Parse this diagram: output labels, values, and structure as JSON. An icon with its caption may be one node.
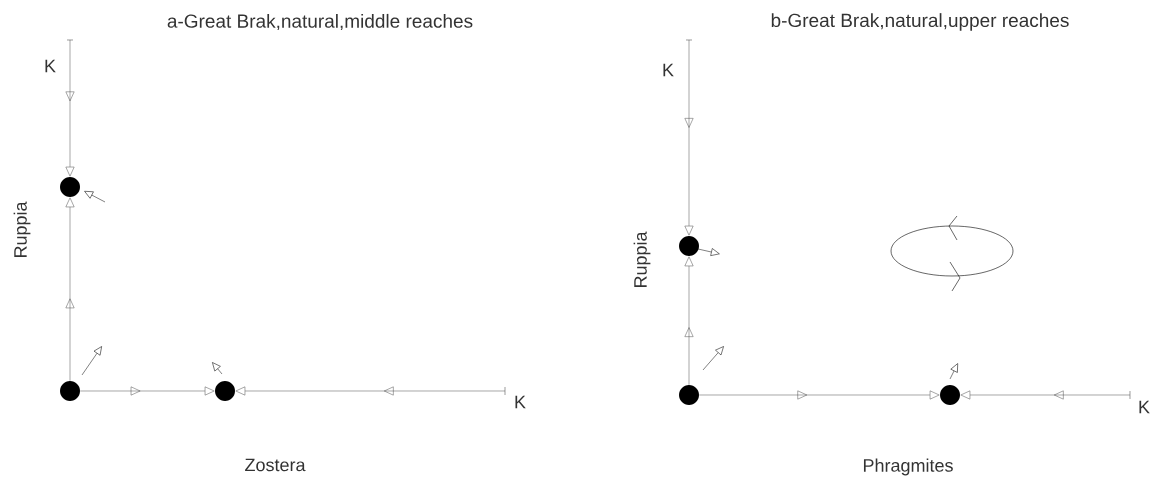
{
  "diagram": {
    "nodes": [
      {
        "text": [],
        "shape": "circle"
      },
      {
        "text": [],
        "shape": "circle"
      },
      {
        "text": [],
        "shape": "circle"
      },
      {
        "text": [],
        "shape": "circle"
      },
      {
        "text": [],
        "shape": "circle"
      },
      {
        "text": [],
        "shape": "circle"
      }
    ],
    "edges": [
      {
        "from": 0,
        "to": 1,
        "arrow": "to"
      },
      {
        "from": null,
        "to": 1,
        "arrow": "to"
      },
      {
        "from": 0,
        "to": 2,
        "arrow": "to"
      },
      {
        "from": null,
        "to": 2,
        "arrow": "to"
      },
      {
        "from": 3,
        "to": 4,
        "arrow": "to"
      },
      {
        "from": null,
        "to": 4,
        "arrow": "to"
      },
      {
        "from": 3,
        "to": 5,
        "arrow": "to"
      },
      {
        "from": null,
        "to": 5,
        "arrow": "to"
      }
    ],
    "labels": [
      "a-Great Brak,natural,middle reaches",
      "b-Great Brak,natural,upper reaches",
      "K",
      "K",
      "Ruppia",
      "Ruppia",
      "K",
      "K",
      "Zostera",
      "Phragmites"
    ]
  }
}
